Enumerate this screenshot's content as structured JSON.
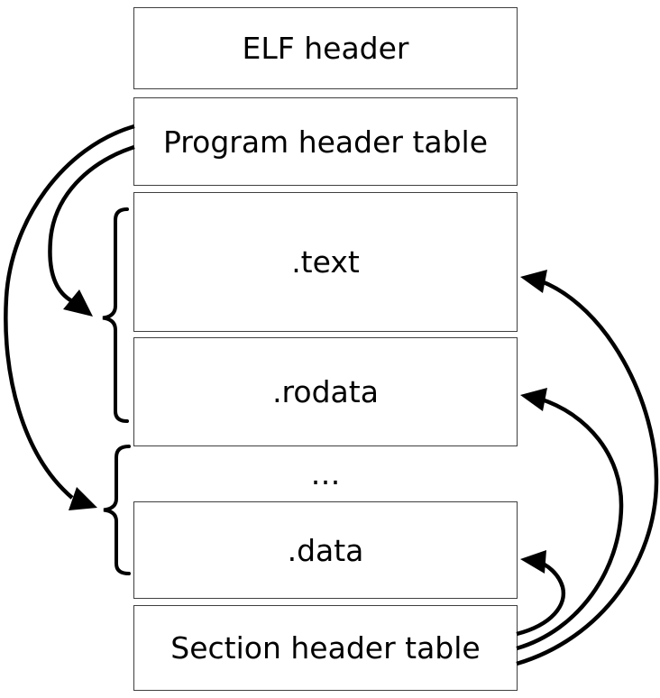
{
  "boxes": {
    "elf_header": "ELF header",
    "program_header_table": "Program header table",
    "text": ".text",
    "rodata": ".rodata",
    "ellipsis": "…",
    "data": ".data",
    "section_header_table": "Section header table"
  },
  "colors": {
    "background": "#ffffff",
    "box_border": "#3f3f3f",
    "connector": "#000000",
    "text": "#000000"
  },
  "connectors": [
    {
      "name": "arrow-program-header-to-text-rodata-group",
      "from": "program_header_table",
      "to": "brace around .text and .rodata"
    },
    {
      "name": "arrow-program-header-to-ellipsis-data-group",
      "from": "program_header_table",
      "to": "brace around … and .data"
    },
    {
      "name": "arrow-section-header-to-text",
      "from": "section_header_table",
      "to": ".text"
    },
    {
      "name": "arrow-section-header-to-rodata",
      "from": "section_header_table",
      "to": ".rodata"
    },
    {
      "name": "arrow-section-header-to-data",
      "from": "section_header_table",
      "to": ".data"
    }
  ]
}
